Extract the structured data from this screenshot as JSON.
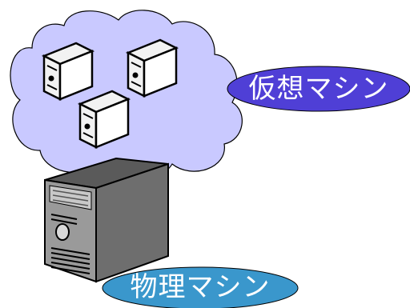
{
  "diagram": {
    "virtual_label": "仮想マシン",
    "physical_label": "物理マシン",
    "colors": {
      "cloud_fill": "#c9c9ff",
      "label_fill": "#4f3fd6",
      "physical_label_fill": "#3a97cc",
      "server_body": "#8e8e8e",
      "server_light": "#f2f2f2",
      "outline": "#000000"
    },
    "icons": [
      "cloud-shape",
      "virtual-server-icon",
      "physical-server-icon"
    ]
  }
}
